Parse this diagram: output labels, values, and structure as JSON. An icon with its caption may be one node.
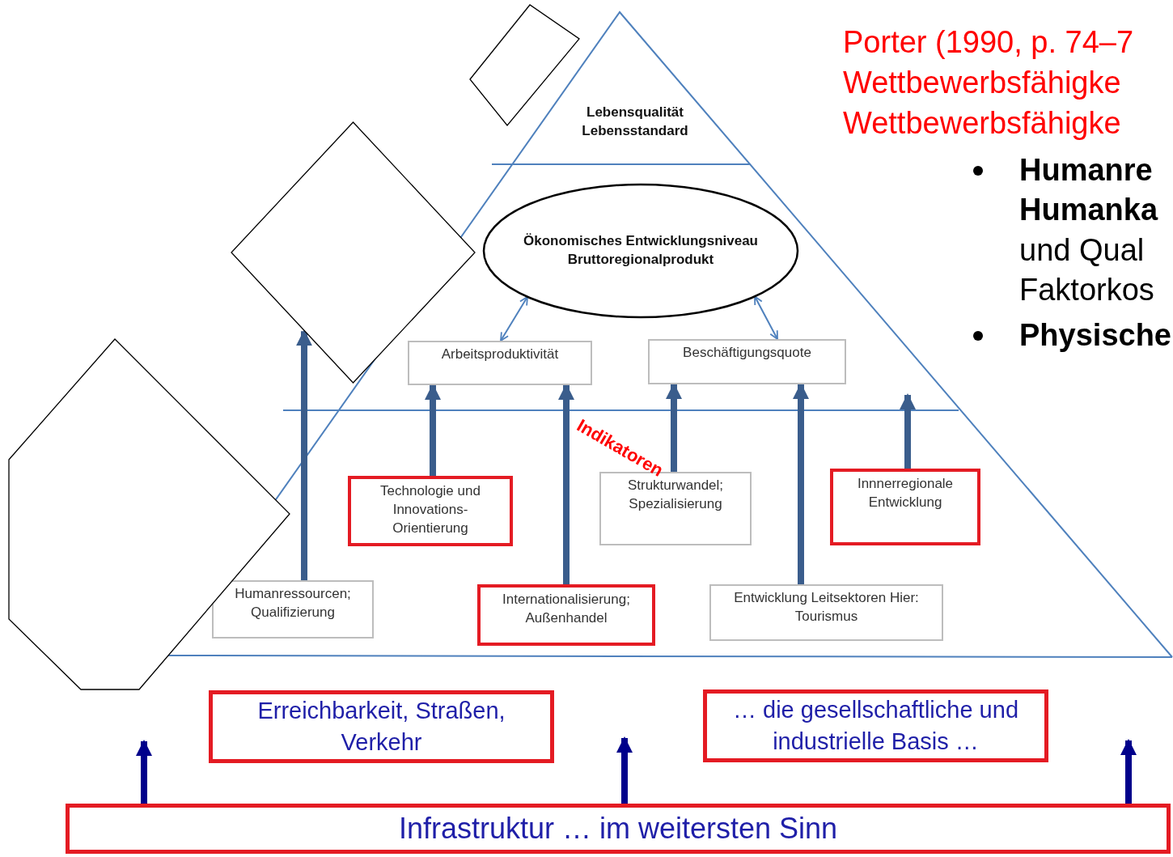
{
  "diagram": {
    "nodes": [
      {
        "text": [
          "Lebensqualität Lebensstandard"
        ]
      },
      {
        "text": [
          "Ökonomisches Entwicklungsniveau Bruttoregionalprodukt"
        ]
      },
      {
        "text": [
          "Arbeitsproduktivität"
        ]
      },
      {
        "text": [
          "Beschäftigungsquote"
        ]
      },
      {
        "text": [
          "Technologie und Innovations-Orientierung"
        ]
      },
      {
        "text": [
          "Strukturwandel; Spezialisierung"
        ]
      },
      {
        "text": [
          "Innnerregionale Entwicklung"
        ]
      },
      {
        "text": [
          "Humanressourcen; Qualifizierung"
        ]
      },
      {
        "text": [
          "Internationalisierung; Außenhandel"
        ]
      },
      {
        "text": [
          "Entwicklung Leitsektoren Hier: Tourismus"
        ]
      },
      {
        "text": [
          "Erreichbarkeit, Straßen, Verkehr"
        ]
      },
      {
        "text": [
          "… die gesellschaftliche und industrielle Basis …"
        ]
      },
      {
        "text": [
          "Infrastruktur … im weitersten Sinn"
        ]
      },
      {
        "text": [],
        "shape": "box"
      },
      {
        "text": [],
        "shape": "diamond"
      },
      {
        "text": [],
        "shape": "box"
      }
    ],
    "edges": [
      {
        "from": 1,
        "to": 2,
        "arrow": "both",
        "color": "#4f81bd"
      },
      {
        "from": 1,
        "to": 3,
        "arrow": "both",
        "color": "#4f81bd"
      },
      {
        "from": 7,
        "to": 14,
        "arrow": "to"
      },
      {
        "from": 4,
        "to": 2,
        "arrow": "to"
      },
      {
        "from": 8,
        "to": 2,
        "arrow": "to"
      },
      {
        "from": 5,
        "to": 3,
        "arrow": "to"
      },
      {
        "from": 9,
        "to": 3,
        "arrow": "to"
      },
      {
        "from": 6,
        "to": null,
        "arrow": "to"
      },
      {
        "from": 12,
        "to": null,
        "arrow": "to",
        "color": "#00008b"
      },
      {
        "from": 12,
        "to": null,
        "arrow": "to",
        "color": "#00008b"
      },
      {
        "from": 12,
        "to": null,
        "arrow": "to",
        "color": "#00008b"
      }
    ],
    "labels": [
      "Porter (1990, p. 74–7",
      "Wettbewerbsfähigke",
      "Wettbewerbsfähigke",
      "**Humanre Humanka** und Qual Faktorkos",
      "Physische",
      "Indikatoren"
    ]
  }
}
